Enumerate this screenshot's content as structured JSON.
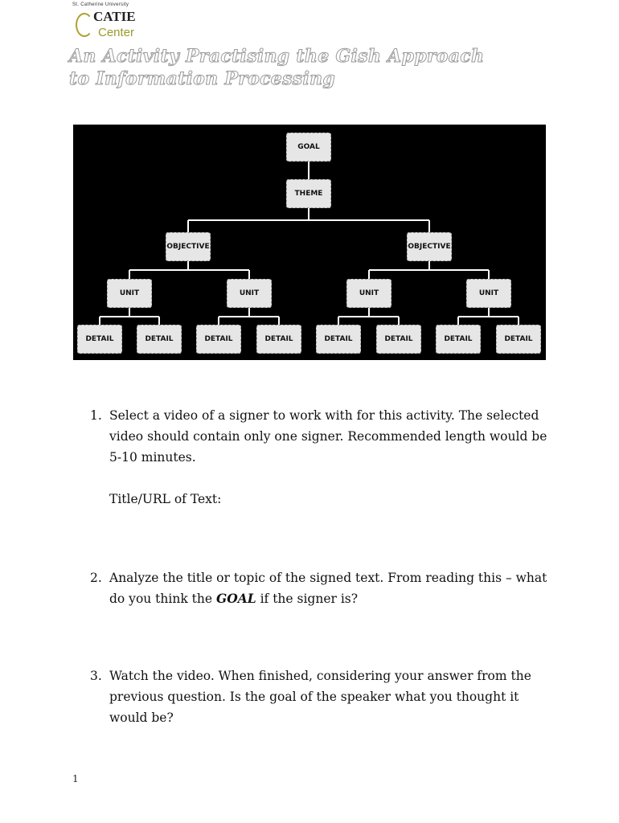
{
  "logo": {
    "subtitle": "St. Catherine University",
    "name": "CATIE",
    "center": "Center"
  },
  "title": {
    "line1": "An Activity Practising the Gish Approach",
    "line2": "to Information Processing"
  },
  "diagram": {
    "goal": "GOAL",
    "theme": "THEME",
    "objectives": [
      "OBJECTIVE",
      "OBJECTIVE"
    ],
    "units": [
      "UNIT",
      "UNIT",
      "UNIT",
      "UNIT"
    ],
    "details": [
      "DETAIL",
      "DETAIL",
      "DETAIL",
      "DETAIL",
      "DETAIL",
      "DETAIL",
      "DETAIL",
      "DETAIL"
    ]
  },
  "questions": [
    {
      "number": "1.",
      "text": "Select a video of a signer to work with for this activity. The selected video should contain only one signer. Recommended length would be 5-10 minutes.",
      "field_label": "Title/URL of Text:"
    },
    {
      "number": "2.",
      "text_before": "Analyze the title or topic of the signed text. From reading this – what do you think the ",
      "emphasis": "GOAL",
      "text_after": " if the signer is?"
    },
    {
      "number": "3.",
      "text": "Watch the video. When finished, considering your answer from the previous question. Is the goal of the speaker what you thought it would be?"
    }
  ],
  "page_number": "1"
}
